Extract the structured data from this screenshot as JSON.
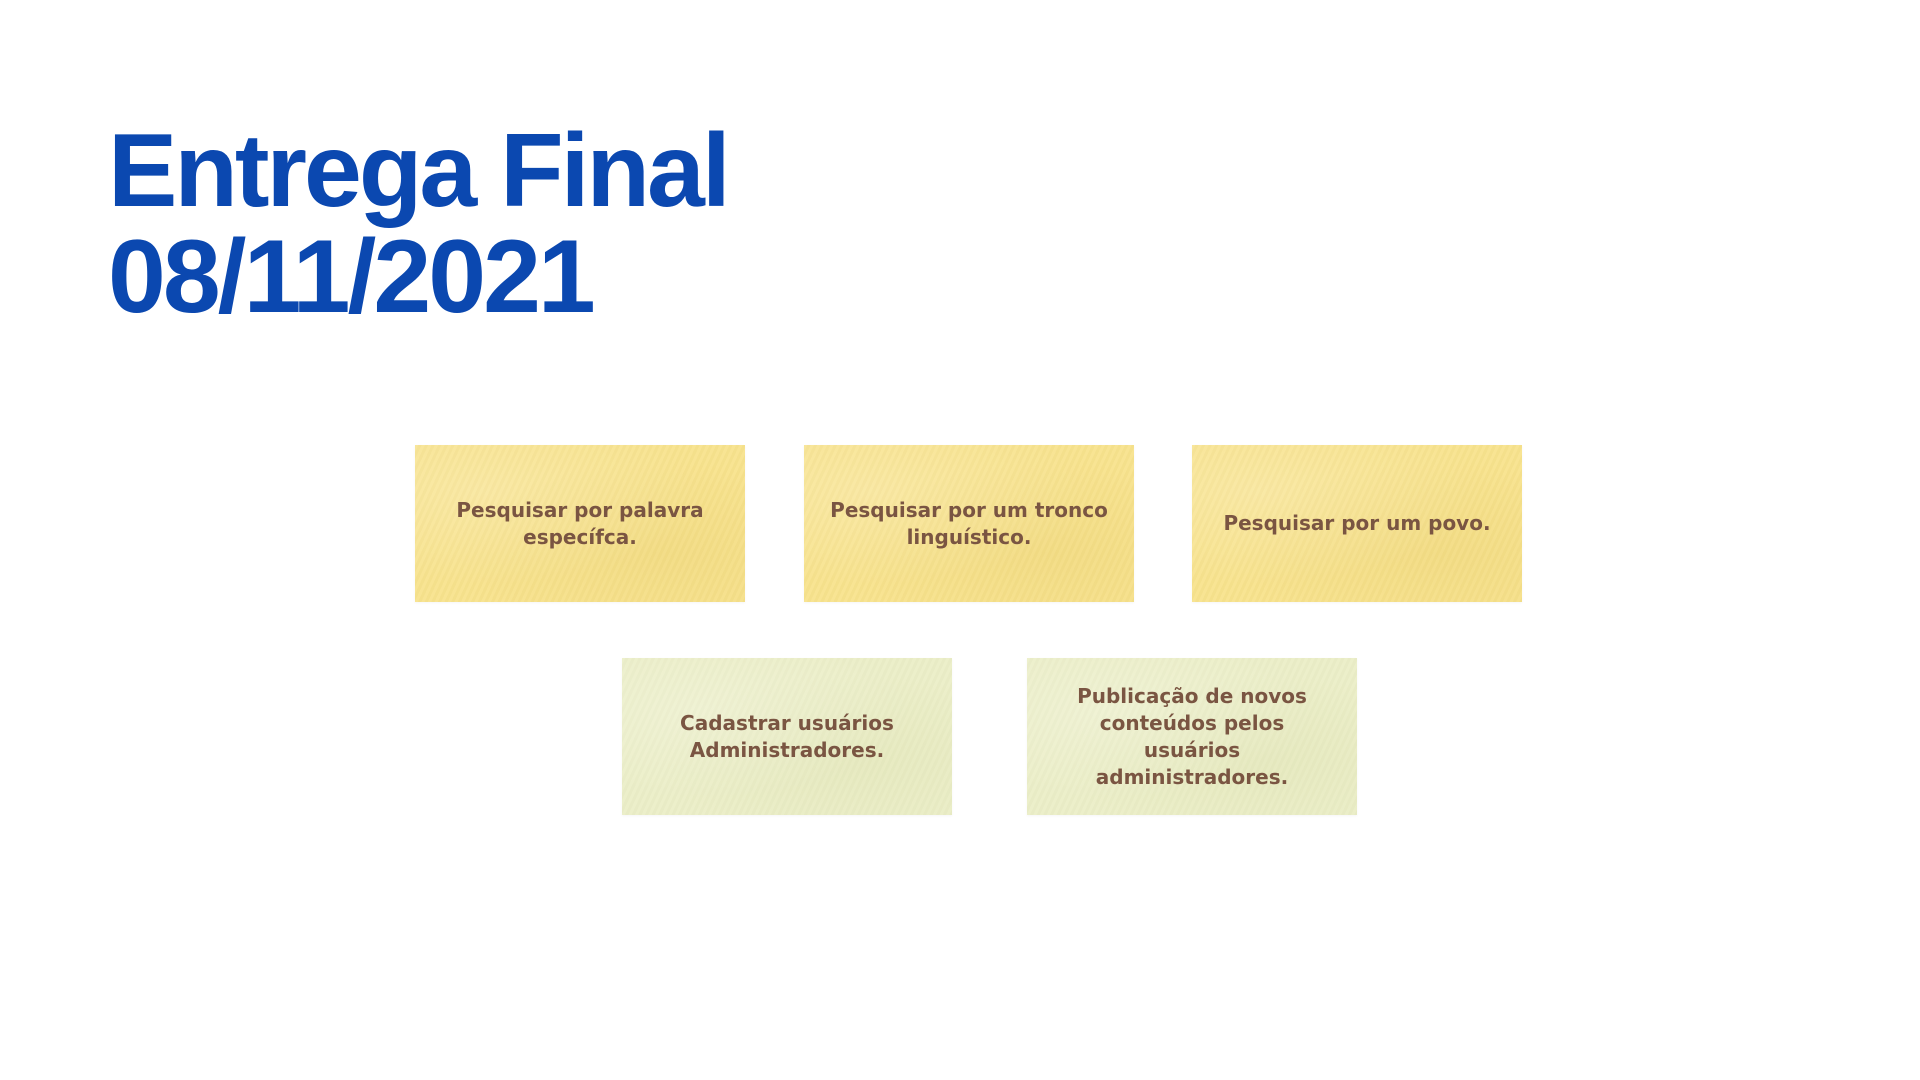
{
  "title": {
    "line1": "Entrega Final",
    "line2": "08/11/2021"
  },
  "colors": {
    "title": "#0b48b0",
    "note_yellow": "#f8e38d",
    "note_green": "#ebeec7",
    "note_text": "#7a5542"
  },
  "notes": [
    {
      "text": "Pesquisar por palavra específca.",
      "color": "yellow"
    },
    {
      "text": "Pesquisar por um tronco linguístico.",
      "color": "yellow"
    },
    {
      "text": "Pesquisar por um povo.",
      "color": "yellow"
    },
    {
      "text": "Cadastrar usuários Administradores.",
      "color": "green"
    },
    {
      "text": "Publicação de novos conteúdos pelos usuários administradores.",
      "color": "green"
    }
  ]
}
